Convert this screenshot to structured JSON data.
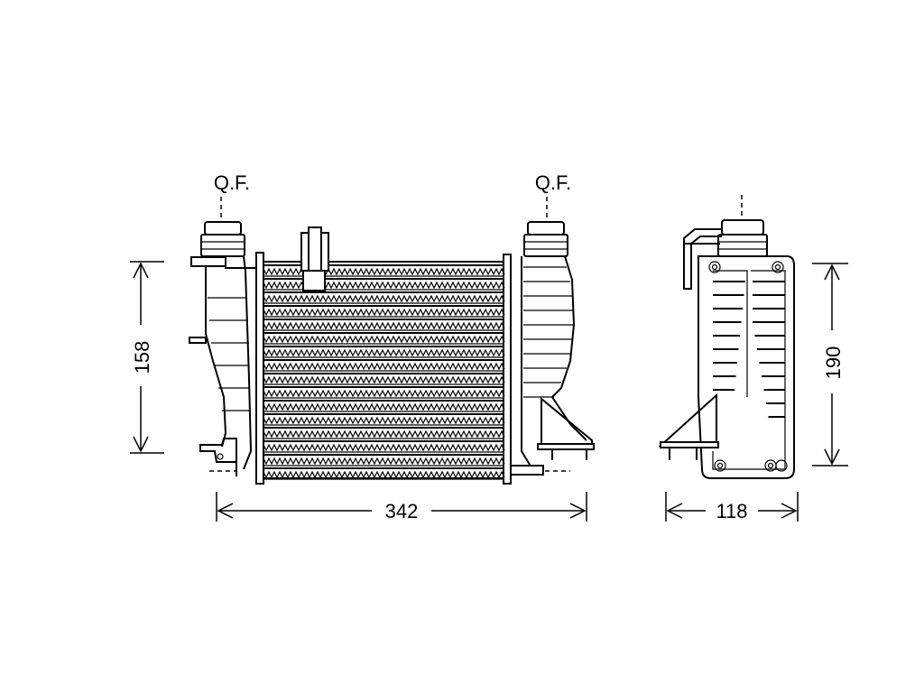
{
  "labels": {
    "qf_left": "Q.F.",
    "qf_right": "Q.F."
  },
  "dimensions": {
    "height_front": "158",
    "width_front": "342",
    "height_side": "190",
    "width_side": "118"
  }
}
